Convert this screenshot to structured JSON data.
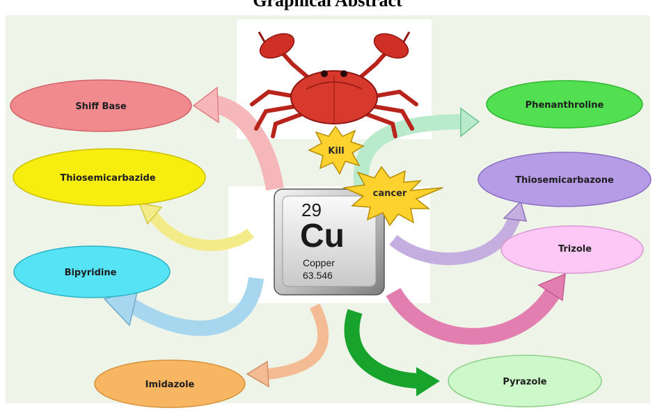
{
  "title": "Graphical Abstract",
  "element": {
    "number": "29",
    "symbol": "Cu",
    "name": "Copper",
    "mass": "63.546"
  },
  "bursts": {
    "kill": "Kill",
    "cancer": "cancer"
  },
  "ligands": {
    "shiff_base": "Shiff Base",
    "thiosemicarbazide": "Thiosemicarbazide",
    "bipyridine": "Bipyridine",
    "imidazole": "Imidazole",
    "phenanthroline": "Phenanthroline",
    "thiosemicarbazone": "Thiosemicarbazone",
    "trizole": "Trizole",
    "pyrazole": "Pyrazole"
  },
  "icons": {
    "crab": "crab-icon",
    "tile": "periodic-tile-icon"
  },
  "colors": {
    "shiff_base": "#f08a8f",
    "thiosemicarbazide": "#f7ee10",
    "bipyridine": "#55e3f5",
    "imidazole": "#f8b662",
    "phenanthroline": "#52e052",
    "thiosemicarbazone": "#b69be6",
    "trizole": "#fdc8f6",
    "pyrazole": "#cdf8c9",
    "burst": "#fdd22e"
  }
}
